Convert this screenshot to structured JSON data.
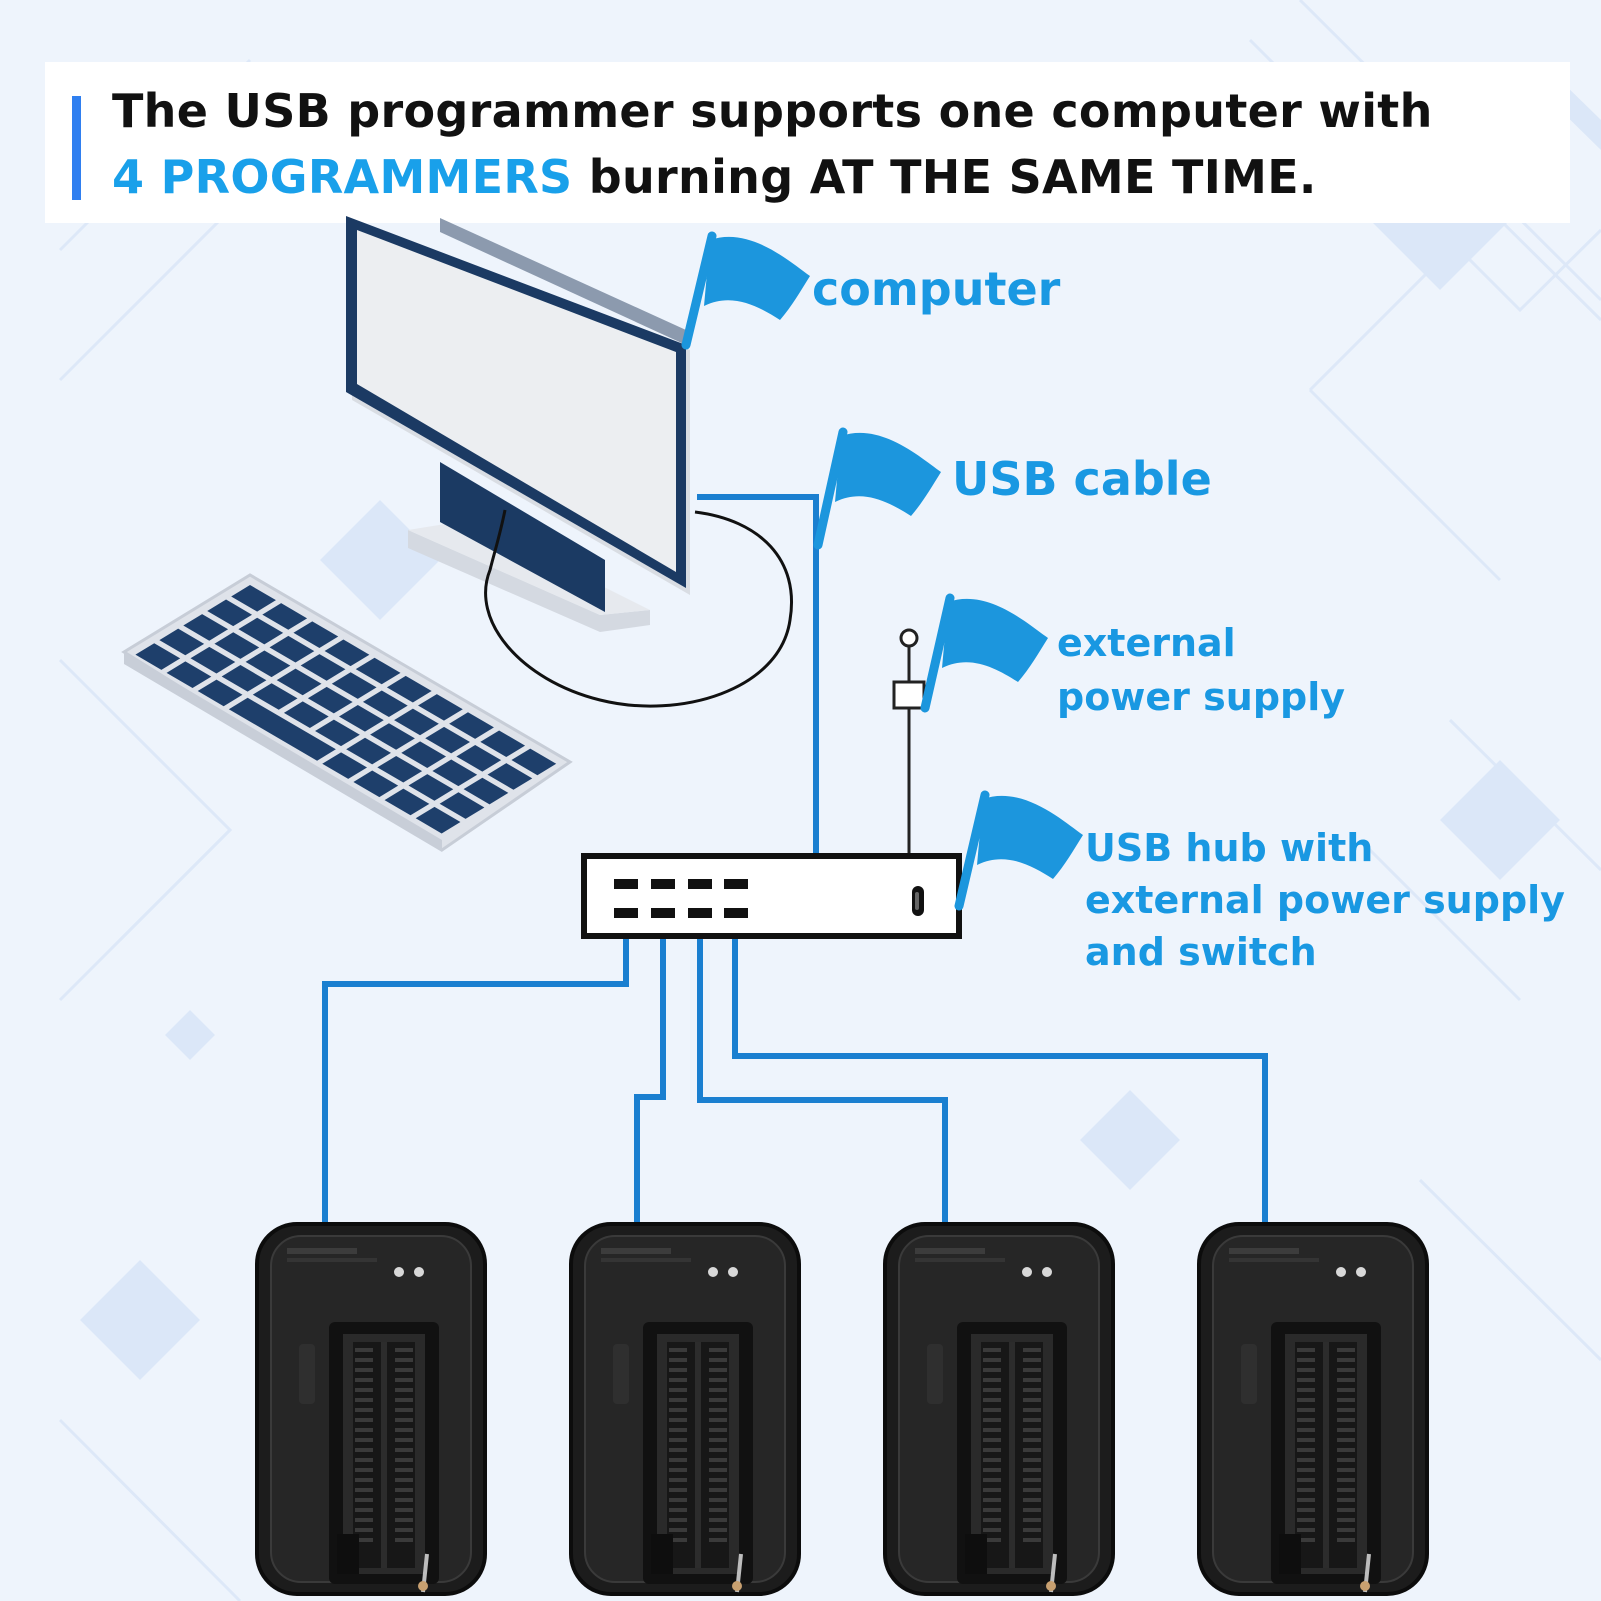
{
  "title": {
    "line1": "The USB programmer supports one computer with",
    "line2_highlight": "4 PROGRAMMERS",
    "line2_mid": " burning ",
    "line2_bold": "AT THE SAME TIME."
  },
  "labels": {
    "computer": "computer",
    "usb_cable": "USB cable",
    "external_power": [
      "external",
      "power supply"
    ],
    "usb_hub": [
      "USB hub with",
      "external power supply",
      "and switch"
    ]
  },
  "colors": {
    "accent": "#19a0ea",
    "wire": "#1a7fd0",
    "navy": "#1e3f6b",
    "device": "#1c1c1c",
    "background": "#eef4fc"
  }
}
